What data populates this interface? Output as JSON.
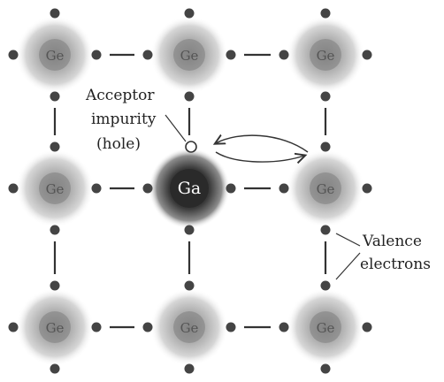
{
  "atoms": [
    {
      "id": "ge-1",
      "label": "Ge"
    },
    {
      "id": "ge-2",
      "label": "Ge"
    },
    {
      "id": "ge-3",
      "label": "Ge"
    },
    {
      "id": "ge-4",
      "label": "Ge"
    },
    {
      "id": "ga",
      "label": "Ga",
      "dopant": true
    },
    {
      "id": "ge-6",
      "label": "Ge"
    },
    {
      "id": "ge-7",
      "label": "Ge"
    },
    {
      "id": "ge-8",
      "label": "Ge"
    },
    {
      "id": "ge-9",
      "label": "Ge"
    }
  ],
  "annotations": {
    "acceptor": [
      "Acceptor",
      "impurity",
      "(hole)"
    ],
    "valence": [
      "Valence",
      "electrons"
    ]
  },
  "colors": {
    "ge_core": "#7d7d7d",
    "ga_core": "#2a2a2a",
    "electron": "#444444",
    "bond": "#333333"
  }
}
